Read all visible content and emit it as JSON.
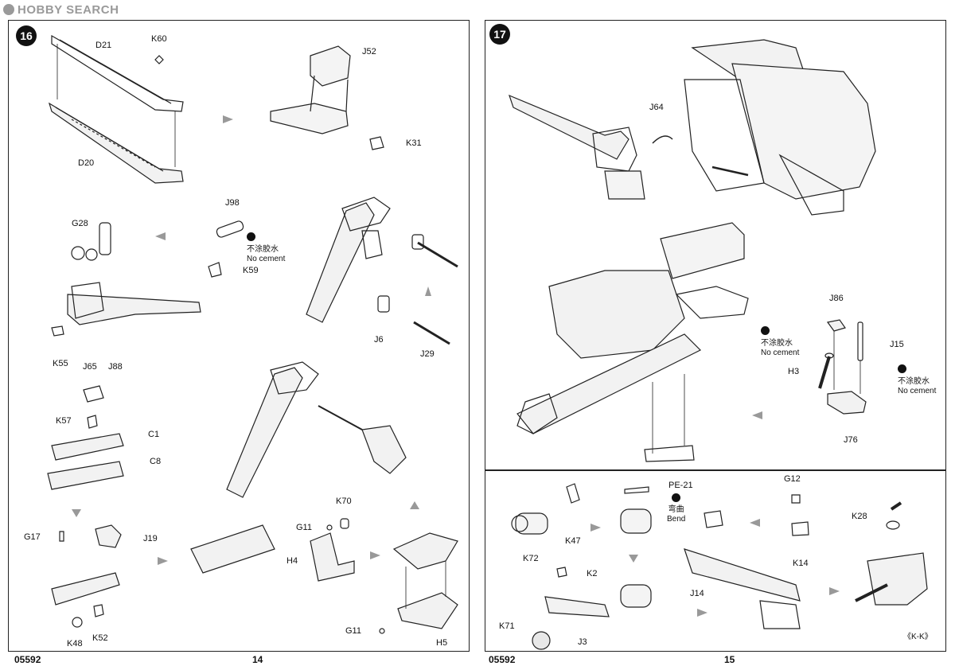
{
  "watermark": "HOBBY SEARCH",
  "left_page": {
    "step": "16",
    "labels": {
      "d21": "D21",
      "k60": "K60",
      "d20": "D20",
      "j52": "J52",
      "k31": "K31",
      "g28": "G28",
      "k55": "K55",
      "j98": "J98",
      "k59": "K59",
      "j6": "J6",
      "j29": "J29",
      "j65": "J65",
      "j88": "J88",
      "k57": "K57",
      "c1": "C1",
      "c8": "C8",
      "g17": "G17",
      "j19": "J19",
      "k48": "K48",
      "k52": "K52",
      "k70": "K70",
      "g11a": "G11",
      "h4": "H4",
      "g11b": "G11",
      "h5": "H5"
    },
    "no_cement_cn": "不涂胶水",
    "no_cement_en": "No cement",
    "code": "05592",
    "page_number": "14"
  },
  "right_page": {
    "step": "17",
    "labels": {
      "j64": "J64",
      "j86": "J86",
      "j15": "J15",
      "h3": "H3",
      "j76": "J76",
      "pe21": "PE-21",
      "g12": "G12",
      "k28": "K28",
      "k72": "K72",
      "k47": "K47",
      "k14": "K14",
      "k2": "K2",
      "j14": "J14",
      "k71": "K71",
      "j3": "J3"
    },
    "no_cement_cn": "不涂胶水",
    "no_cement_en": "No cement",
    "bend_cn": "弯曲",
    "bend_en": "Bend",
    "view_note": "《K-K》",
    "code": "05592",
    "page_number": "15"
  }
}
